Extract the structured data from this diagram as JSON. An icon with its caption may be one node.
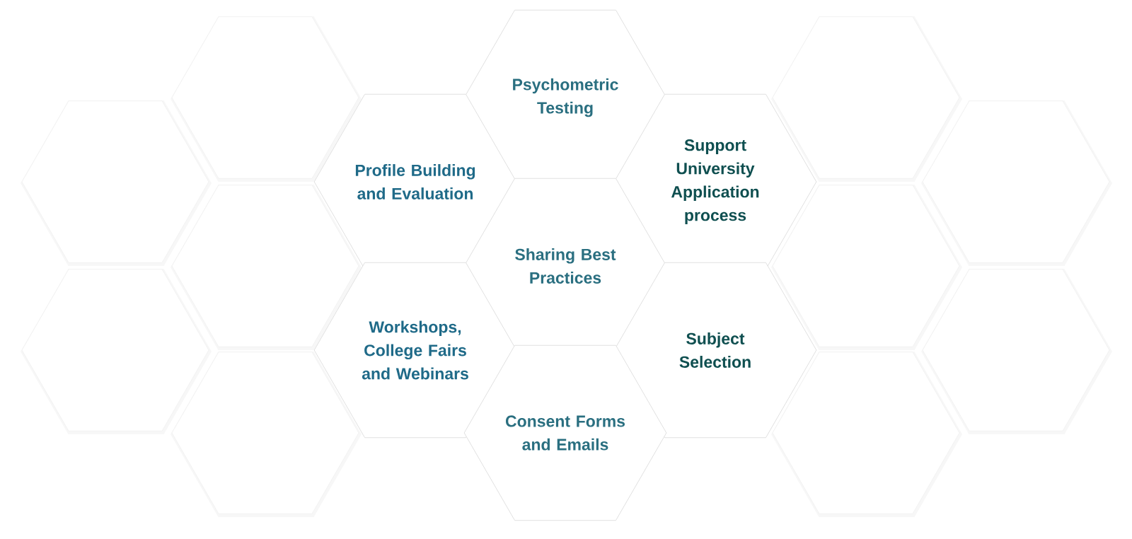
{
  "diagram": {
    "nodes": [
      {
        "text": [],
        "shape": "hexagon"
      },
      {
        "text": [
          "Psychometric Testing"
        ]
      },
      {
        "text": [],
        "shape": "hexagon"
      },
      {
        "text": [],
        "shape": "hexagon"
      },
      {
        "text": [
          "Profile Building and Evaluation"
        ]
      },
      {
        "text": [
          "Support University Application process"
        ]
      },
      {
        "text": [],
        "shape": "hexagon"
      },
      {
        "text": [],
        "shape": "hexagon"
      },
      {
        "text": [
          "Sharing Best Practices"
        ]
      },
      {
        "text": [],
        "shape": "hexagon"
      },
      {
        "text": [],
        "shape": "hexagon"
      },
      {
        "text": [
          "Workshops, College Fairs and Webinars"
        ]
      },
      {
        "text": [
          "Subject Selection"
        ]
      },
      {
        "text": [],
        "shape": "hexagon"
      },
      {
        "text": [],
        "shape": "hexagon"
      },
      {
        "text": [
          "Consent Forms and Emails"
        ]
      },
      {
        "text": [],
        "shape": "hexagon"
      }
    ]
  }
}
